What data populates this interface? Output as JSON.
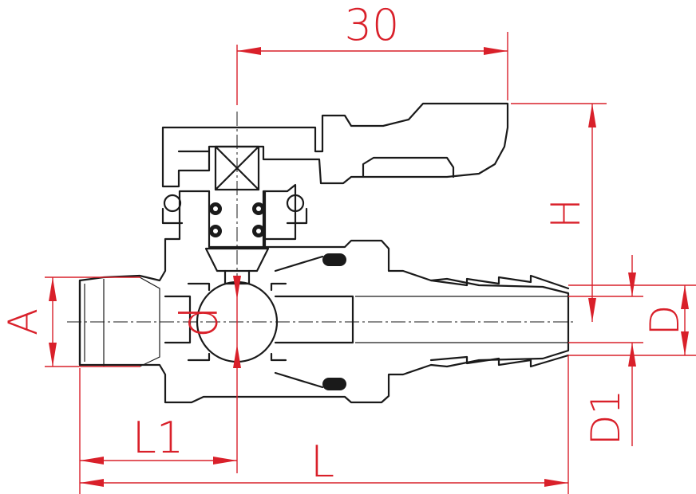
{
  "drawing": {
    "subject": "ball valve with hose barb",
    "line_color": "#1a1a1a",
    "dimension_color": "#d9202a",
    "labels": {
      "top_width": "30",
      "height": "H",
      "thread": "A",
      "bore": "d",
      "hose_outer": "D",
      "hose_inner": "D1",
      "thread_length": "L1",
      "overall_length": "L"
    }
  }
}
